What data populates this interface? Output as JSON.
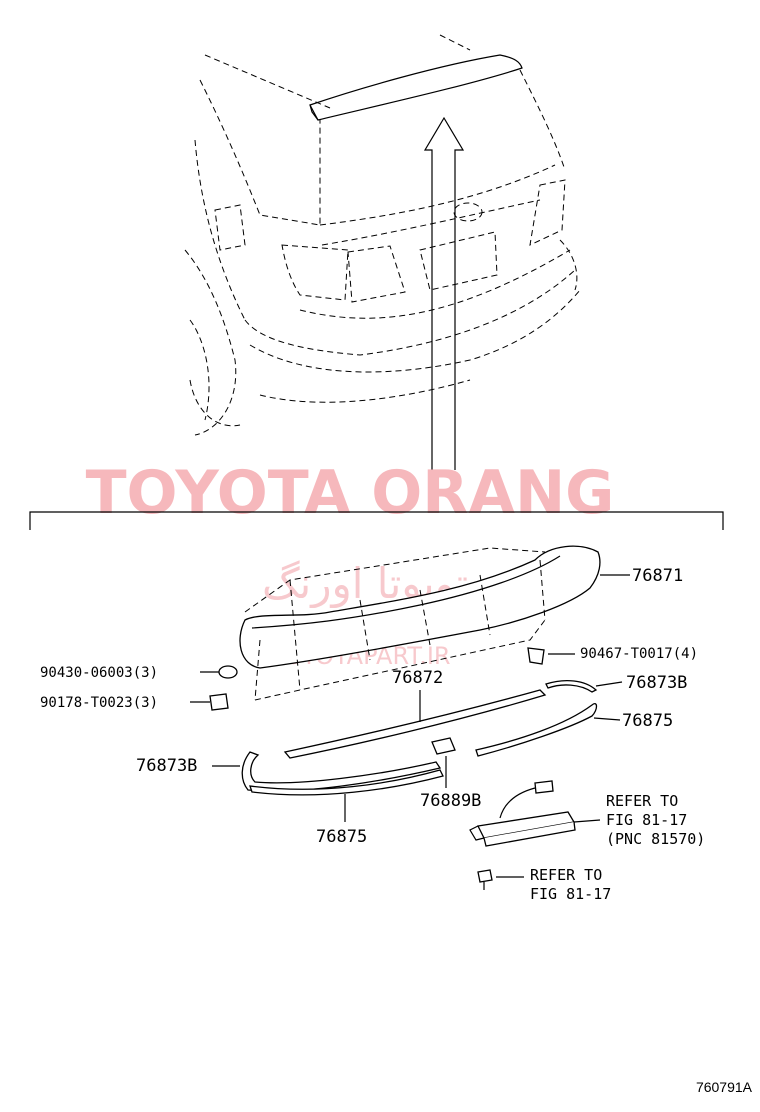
{
  "watermark": {
    "main": "TOYOTA ORANG",
    "persian": "تویوتا اورنگ",
    "url": "TOYOTAPART.IR"
  },
  "parts": {
    "p76871": "76871",
    "p76872": "76872",
    "p76873B_right": "76873B",
    "p76875_right": "76875",
    "p76873B_left": "76873B",
    "p76889B": "76889B",
    "p76875_left": "76875",
    "p90430": "90430-06003(3)",
    "p90178": "90178-T0023(3)",
    "p90467": "90467-T0017(4)"
  },
  "refs": {
    "ref1_line1": "REFER TO",
    "ref1_line2": "FIG 81-17",
    "ref1_line3": "(PNC 81570)",
    "ref2_line1": "REFER TO",
    "ref2_line2": "FIG 81-17"
  },
  "figure_code": "760791A"
}
